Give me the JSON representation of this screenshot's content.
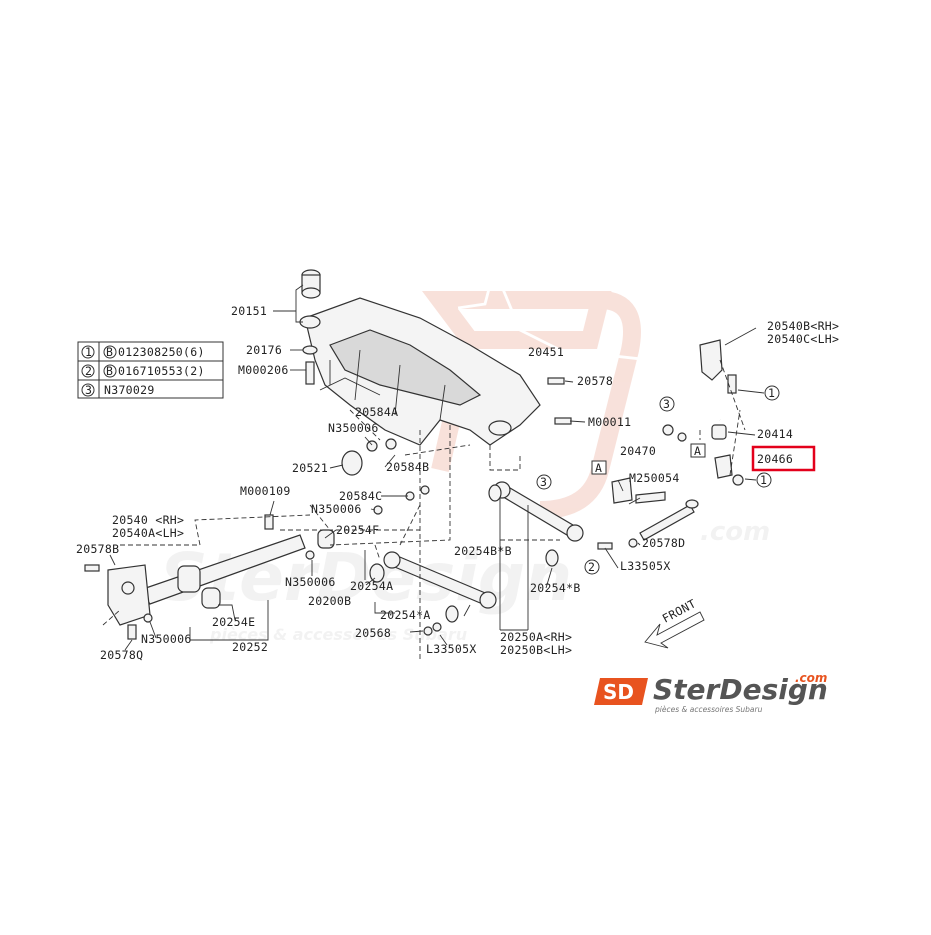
{
  "legend": {
    "rows": [
      {
        "num": "1",
        "code": "012308250(6)"
      },
      {
        "num": "2",
        "code": "016710553(2)"
      },
      {
        "num": "3",
        "code": "N370029"
      }
    ],
    "b_mark": "B"
  },
  "labels": {
    "p20151": "20151",
    "p20176": "20176",
    "pM000206": "M000206",
    "p20451": "20451",
    "p20578": "20578",
    "p20540BRH": "20540B<RH>",
    "p20540CLH": "20540C<LH>",
    "p20414": "20414",
    "p20466": "20466",
    "p20584A": "20584A",
    "pN350006a": "N350006",
    "pM00011": "M00011",
    "p20521": "20521",
    "p20584B": "20584B",
    "p20584C": "20584C",
    "pN350006b": "N350006",
    "p20470": "20470",
    "pM250054": "M250054",
    "pM000109": "M000109",
    "p20540RH": "20540 <RH>",
    "p20540ALH": "20540A<LH>",
    "p20578B": "20578B",
    "p20254F": "20254F",
    "p20254Bb": "20254B*B",
    "p20578D": "20578D",
    "pL33505Xa": "L33505X",
    "pN350006c": "N350006",
    "p20254A": "20254A",
    "p20200B": "20200B",
    "p20254b": "20254*B",
    "pN350006d": "N350006",
    "p20254E": "20254E",
    "p20254a": "20254*A",
    "p20578Q": "20578Q",
    "p20252": "20252",
    "p20568": "20568",
    "pL33505Xb": "L33505X",
    "p20250ARH": "20250A<RH>",
    "p20250BLH": "20250B<LH>",
    "markerA1": "A",
    "markerA2": "A",
    "circle1a": "1",
    "circle1b": "1",
    "circle2": "2",
    "circle3a": "3",
    "circle3b": "3"
  },
  "front_arrow": "FRONT",
  "highlight": {
    "part": "20466",
    "color": "#e3001b"
  },
  "watermark": {
    "brand": "SterDesign",
    "tld": ".com",
    "tagline": "pièces & accessoires Subaru",
    "accent_color": "#e8531f"
  },
  "colors": {
    "line": "#333333",
    "background": "#ffffff"
  }
}
